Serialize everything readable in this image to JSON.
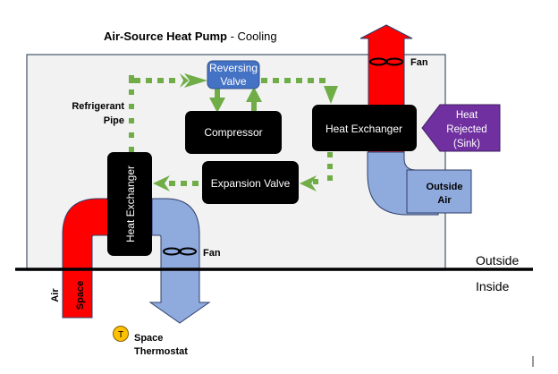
{
  "title": {
    "main": "Air-Source Heat Pump",
    "sub": " - Cooling"
  },
  "components": {
    "reversing_valve": [
      "Reversing",
      "Valve"
    ],
    "compressor": "Compressor",
    "outdoor_heat_exchanger": "Heat Exchanger",
    "indoor_heat_exchanger": "Heat Exchanger",
    "expansion_valve": "Expansion Valve"
  },
  "labels": {
    "refrigerant_pipe": [
      "Refrigerant",
      "Pipe"
    ],
    "outdoor_fan": "Fan",
    "indoor_fan": "Fan",
    "heat_rejected": [
      "Heat",
      "Rejected",
      "(Sink)"
    ],
    "outside_air": [
      "Outside",
      "Air"
    ],
    "space_air": [
      "Space",
      "Air"
    ],
    "thermostat_symbol": "T",
    "space_thermostat": [
      "Space",
      "Thermostat"
    ],
    "outside": "Outside",
    "inside": "Inside"
  },
  "colors": {
    "hot_air": "#ff0000",
    "cool_air": "#8faadc",
    "refrigerant": "#70ad47",
    "valve": "#4472c4",
    "heat": "#7030a0",
    "thermostat": "#ffc000",
    "component": "#000000",
    "outdoor_unit_bg": "#f2f2f2"
  }
}
